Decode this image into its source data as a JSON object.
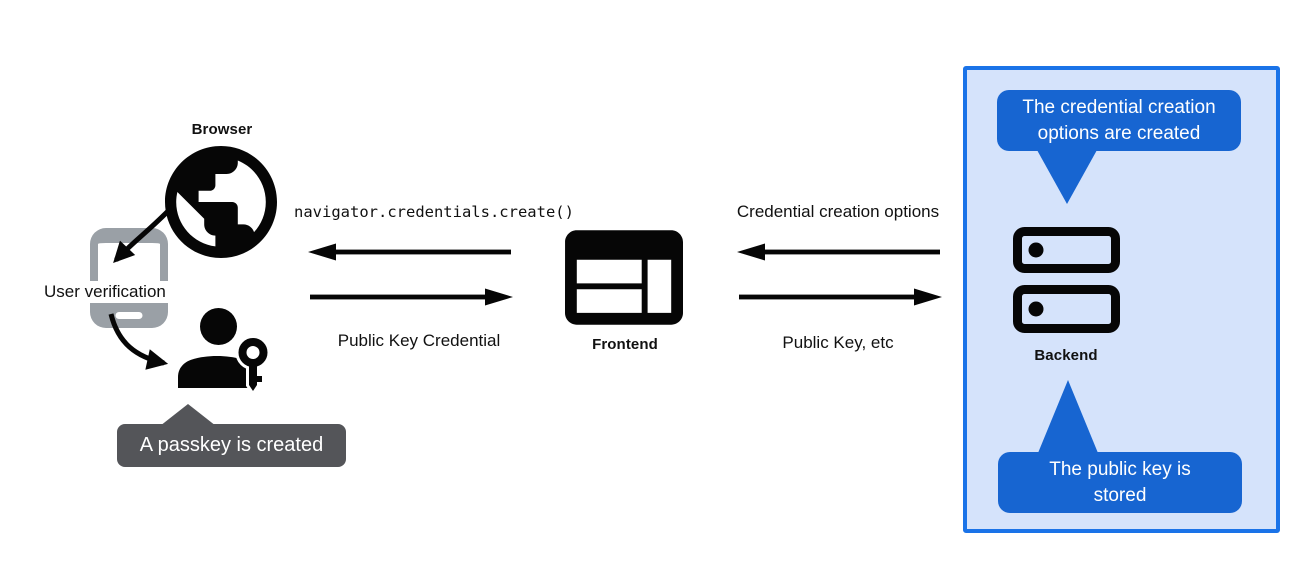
{
  "diagram": {
    "nodes": {
      "browser": {
        "label": "Browser"
      },
      "authenticator": {
        "label": "User verification"
      },
      "frontend": {
        "label": "Frontend"
      },
      "backend": {
        "label": "Backend"
      }
    },
    "edges": {
      "frontend_to_browser_call": "navigator.credentials.create()",
      "browser_to_frontend_return": "Public Key Credential",
      "backend_to_frontend": "Credential creation options",
      "frontend_to_backend": "Public Key, etc"
    },
    "callouts": {
      "passkey_created": "A passkey is created",
      "credential_options_created": "The credential creation\noptions are created",
      "public_key_stored": "The public key is\nstored"
    },
    "colors": {
      "ink": "#060606",
      "phone_gray": "#9aa0a6",
      "tooltip_gray": "#545559",
      "callout_blue": "#1765d1",
      "panel_border_blue": "#1a73e8",
      "panel_bg_blue": "#d5e3fb"
    }
  }
}
